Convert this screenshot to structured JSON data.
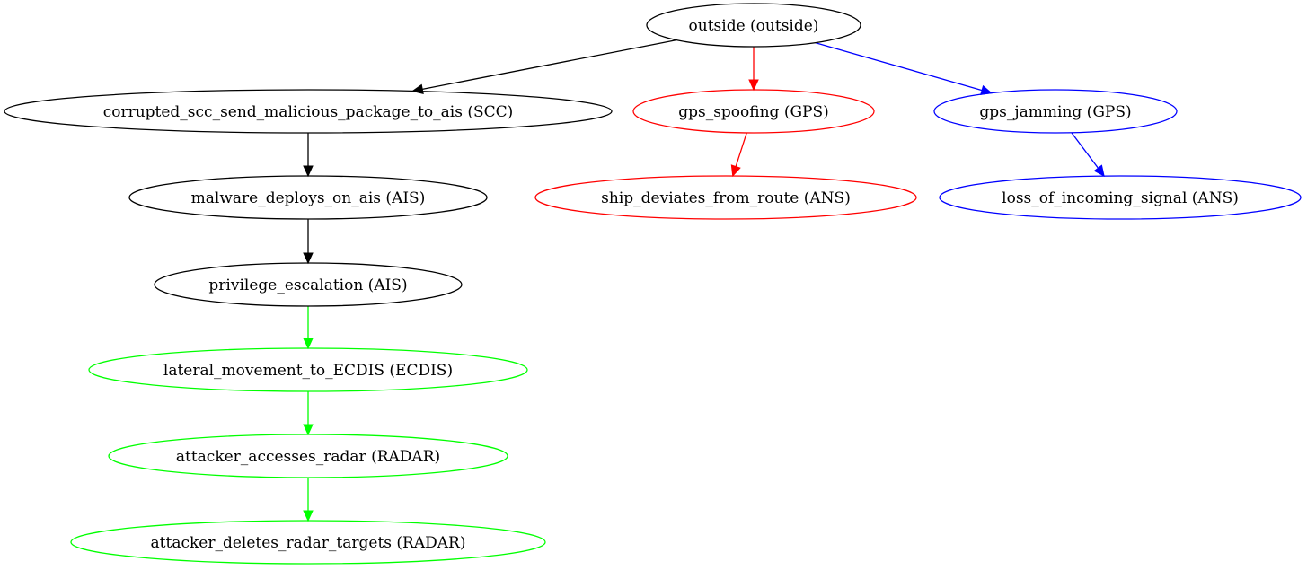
{
  "colors": {
    "black": "#000000",
    "red": "#ff0000",
    "blue": "#0000ff",
    "green": "#00ff00"
  },
  "nodes": [
    {
      "id": "outside",
      "label": "outside (outside)",
      "color": "black"
    },
    {
      "id": "scc",
      "label": "corrupted_scc_send_malicious_package_to_ais (SCC)",
      "color": "black"
    },
    {
      "id": "gps_spoof",
      "label": "gps_spoofing (GPS)",
      "color": "red"
    },
    {
      "id": "gps_jam",
      "label": "gps_jamming (GPS)",
      "color": "blue"
    },
    {
      "id": "malware",
      "label": "malware_deploys_on_ais (AIS)",
      "color": "black"
    },
    {
      "id": "deviates",
      "label": "ship_deviates_from_route (ANS)",
      "color": "red"
    },
    {
      "id": "loss",
      "label": "loss_of_incoming_signal (ANS)",
      "color": "blue"
    },
    {
      "id": "privesc",
      "label": "privilege_escalation (AIS)",
      "color": "black"
    },
    {
      "id": "lateral",
      "label": "lateral_movement_to_ECDIS (ECDIS)",
      "color": "green"
    },
    {
      "id": "radar_access",
      "label": "attacker_accesses_radar (RADAR)",
      "color": "green"
    },
    {
      "id": "radar_delete",
      "label": "attacker_deletes_radar_targets (RADAR)",
      "color": "green"
    }
  ],
  "edges": [
    {
      "from": "outside",
      "to": "scc",
      "color": "black"
    },
    {
      "from": "outside",
      "to": "gps_spoof",
      "color": "red"
    },
    {
      "from": "outside",
      "to": "gps_jam",
      "color": "blue"
    },
    {
      "from": "scc",
      "to": "malware",
      "color": "black"
    },
    {
      "from": "gps_spoof",
      "to": "deviates",
      "color": "red"
    },
    {
      "from": "gps_jam",
      "to": "loss",
      "color": "blue"
    },
    {
      "from": "malware",
      "to": "privesc",
      "color": "black"
    },
    {
      "from": "privesc",
      "to": "lateral",
      "color": "green"
    },
    {
      "from": "lateral",
      "to": "radar_access",
      "color": "green"
    },
    {
      "from": "radar_access",
      "to": "radar_delete",
      "color": "green"
    }
  ]
}
